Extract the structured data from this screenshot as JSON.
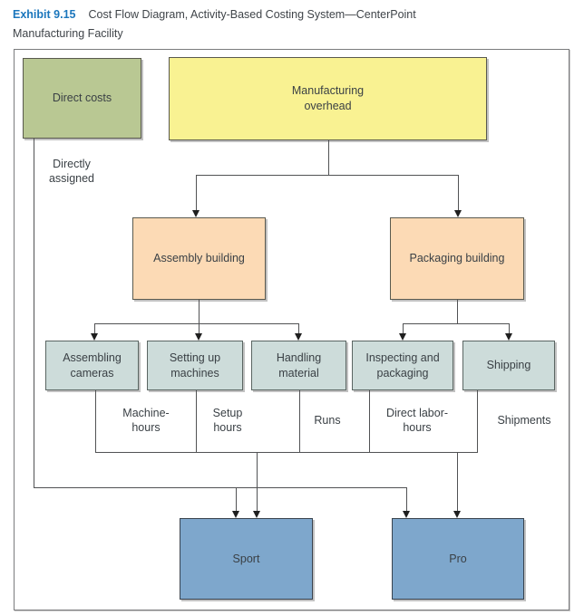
{
  "header": {
    "exhibit_label": "Exhibit 9.15",
    "title_line1": "Cost Flow Diagram, Activity-Based Costing System—CenterPoint",
    "title_line2": "Manufacturing Facility"
  },
  "colors": {
    "exhibit_label_blue": "#1b76bc",
    "title_text": "#3f4449",
    "direct_costs_fill": "#b9c893",
    "manufacturing_overhead_fill": "#f9f292",
    "building_fill": "#fcdab5",
    "activity_fill": "#cddcda",
    "product_fill": "#7ea7cc",
    "connector_line": "#515254"
  },
  "nodes": {
    "direct_costs": {
      "label": "Direct costs"
    },
    "manufacturing_overhead": {
      "lines": [
        "Manufacturing",
        "overhead"
      ]
    },
    "assembly_building": {
      "label": "Assembly building"
    },
    "packaging_building": {
      "label": "Packaging building"
    },
    "assembling_cameras": {
      "lines": [
        "Assembling",
        "cameras"
      ]
    },
    "setting_up_machines": {
      "lines": [
        "Setting up",
        "machines"
      ]
    },
    "handling_material": {
      "lines": [
        "Handling",
        "material"
      ]
    },
    "inspecting_packaging": {
      "lines": [
        "Inspecting and",
        "packaging"
      ]
    },
    "shipping": {
      "label": "Shipping"
    },
    "sport": {
      "label": "Sport"
    },
    "pro": {
      "label": "Pro"
    }
  },
  "edge_labels": {
    "directly_assigned": {
      "lines": [
        "Directly",
        "assigned"
      ]
    },
    "machine_hours": {
      "lines": [
        "Machine-",
        "hours"
      ]
    },
    "setup_hours": {
      "lines": [
        "Setup",
        "hours"
      ]
    },
    "runs": {
      "label": "Runs"
    },
    "direct_labor_hours": {
      "lines": [
        "Direct labor-",
        "hours"
      ]
    },
    "shipments": {
      "label": "Shipments"
    }
  }
}
